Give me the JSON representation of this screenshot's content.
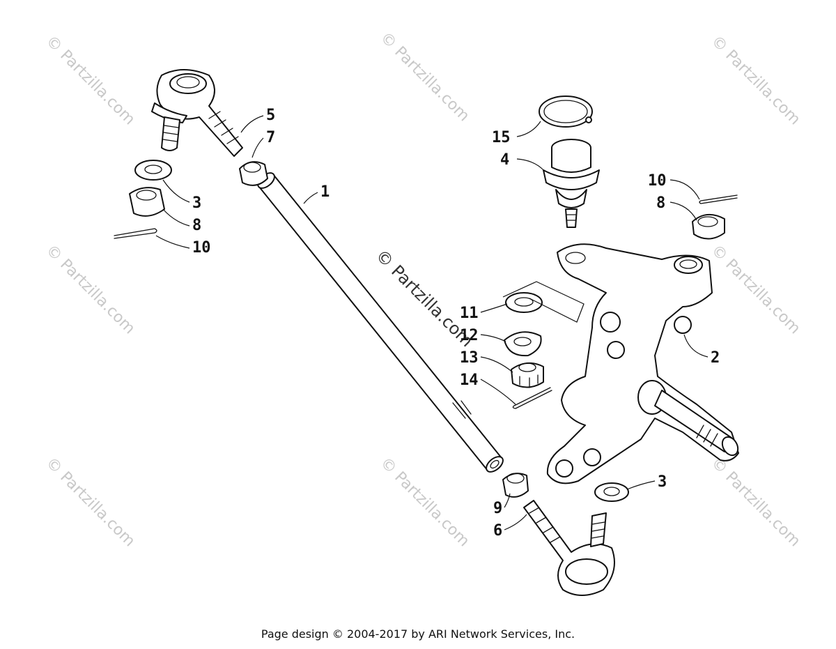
{
  "watermark_text": "© Partzilla.com",
  "center_watermark_text": "© Partzilla.com",
  "footer_text": "Page design © 2004-2017 by ARI Network Services, Inc.",
  "callouts": {
    "c1": "1",
    "c2": "2",
    "c3a": "3",
    "c3b": "3",
    "c4": "4",
    "c5": "5",
    "c6": "6",
    "c7": "7",
    "c8a": "8",
    "c8b": "8",
    "c9": "9",
    "c10a": "10",
    "c10b": "10",
    "c11": "11",
    "c12": "12",
    "c13": "13",
    "c14": "14",
    "c15": "15"
  }
}
